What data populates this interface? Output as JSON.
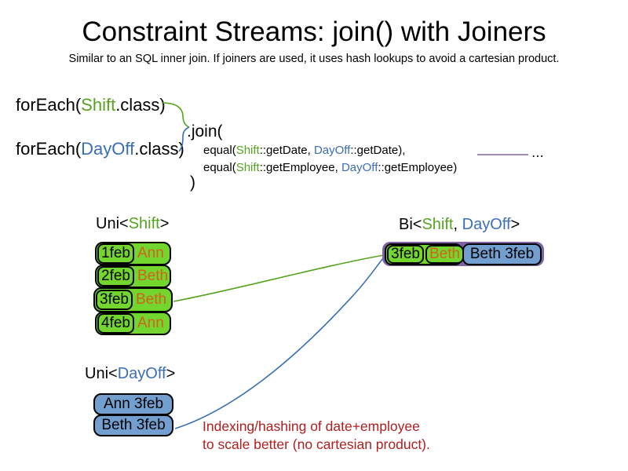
{
  "slide": {
    "title": "Constraint Streams: join() with Joiners",
    "subtitle": "Similar to an SQL inner join. If joiners are used, it uses hash lookups to avoid a cartesian product."
  },
  "code": {
    "foreach_shift": {
      "prefix": "forEach(",
      "class_name": "Shift",
      "suffix": ".class)"
    },
    "foreach_dayoff": {
      "prefix": "forEach(",
      "class_name": "DayOff",
      "suffix": ".class)"
    },
    "join_open": ".join(",
    "join_close": ")",
    "ellipsis": "...",
    "joiners": [
      {
        "fn": "equal(",
        "a_class": "Shift",
        "a_rest": "::getDate, ",
        "b_class": "DayOff",
        "b_rest": "::getDate),"
      },
      {
        "fn": "equal(",
        "a_class": "Shift",
        "a_rest": "::getEmployee, ",
        "b_class": "DayOff",
        "b_rest": "::getEmployee)"
      }
    ]
  },
  "uni_shift": {
    "label_prefix": "Uni<",
    "label_class": "Shift",
    "label_suffix": ">",
    "rows": [
      {
        "date": "1feb",
        "employee": "Ann"
      },
      {
        "date": "2feb",
        "employee": "Beth"
      },
      {
        "date": "3feb",
        "employee": "Beth"
      },
      {
        "date": "4feb",
        "employee": "Ann"
      }
    ]
  },
  "bi": {
    "label_prefix": "Bi<",
    "label_class1": "Shift",
    "label_sep": ", ",
    "label_class2": "DayOff",
    "label_suffix": ">",
    "shift": {
      "date": "3feb",
      "employee": "Beth"
    },
    "dayoff_text": "Beth 3feb"
  },
  "uni_dayoff": {
    "label_prefix": "Uni<",
    "label_class": "DayOff",
    "label_suffix": ">",
    "rows": [
      "Ann 3feb",
      "Beth 3feb"
    ]
  },
  "note": {
    "line1": "Indexing/hashing of date+employee",
    "line2": "to scale better (no cartesian product)."
  },
  "colors": {
    "shift_green": "#55a41f",
    "dayoff_blue": "#3a6eb5",
    "box_green": "#73d62e",
    "box_blue": "#729fcf",
    "employee_orange": "#d2611c",
    "note_red": "#b01e1e",
    "joiner_purple": "#8064a2"
  }
}
